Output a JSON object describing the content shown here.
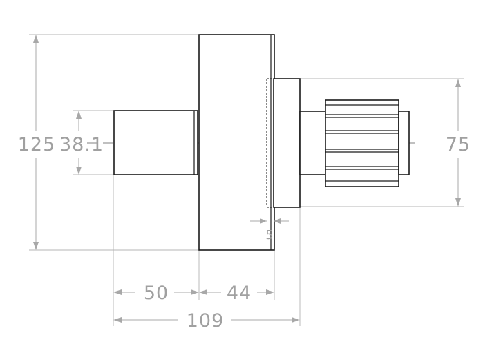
{
  "drawing": {
    "dimensions": {
      "overall_diameter": "125",
      "shaft_diameter": "38.1",
      "gear_diameter": "75",
      "shaft_length": "50",
      "flange_length": "44",
      "step_length": "5",
      "total_length": "109"
    }
  }
}
